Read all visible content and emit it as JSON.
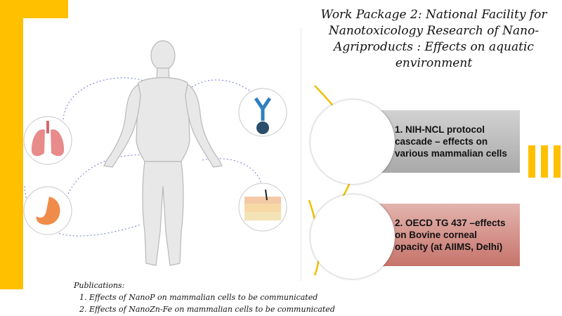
{
  "slide": {
    "title": "Work Package 2: National Facility for Nanotoxicology Research of Nano-Agriproducts : Effects on aquatic environment",
    "accent_color": "#ffc000"
  },
  "figure": {
    "body_icon": "human-body-icon",
    "organ_icons": [
      "lungs-icon",
      "stomach-icon",
      "antibody-icon",
      "virus-icon",
      "skin-layers-icon"
    ]
  },
  "steps": [
    {
      "label": "1. NIH-NCL protocol cascade – effects on various mammalian cells",
      "color": "#a9a9a9"
    },
    {
      "label": "2. OECD TG 437 –effects on Bovine corneal opacity (at AIIMS, Delhi)",
      "color": "#c6746b"
    }
  ],
  "publications": {
    "heading": "Publications:",
    "items": [
      "Effects of NanoP on mammalian cells to be communicated",
      "Effects of NanoZn-Fe on mammalian cells to be communicated"
    ]
  }
}
